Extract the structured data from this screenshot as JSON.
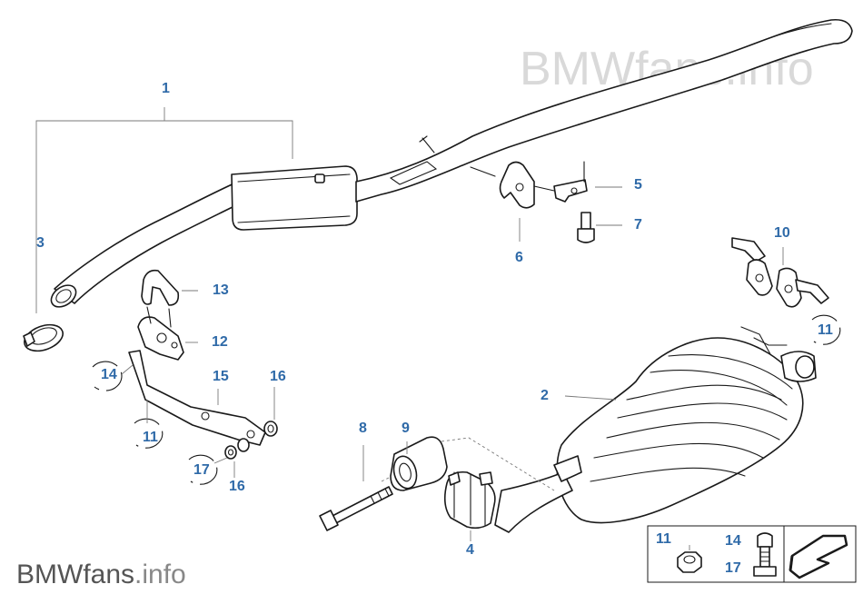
{
  "watermarks": {
    "top": "BMWfans.info",
    "bottom_brand": "BMWfans",
    "bottom_suffix": ".info"
  },
  "callouts": {
    "c1": "1",
    "c2": "2",
    "c3": "3",
    "c4": "4",
    "c5": "5",
    "c6": "6",
    "c7": "7",
    "c8": "8",
    "c9": "9",
    "c10": "10",
    "c11_right": "11",
    "c11_left": "11",
    "c12": "12",
    "c13": "13",
    "c14_left": "14",
    "c15": "15",
    "c16_top": "16",
    "c16_bottom": "16",
    "c17_left": "17"
  },
  "legend_box": {
    "item_nut": "11",
    "item_bolt_a": "14",
    "item_bolt_b": "17"
  },
  "colors": {
    "callout": "#2f6aa8",
    "line": "#1a1a1a",
    "watermark_light": "#d9d9d9",
    "watermark_dark": "#555555"
  }
}
